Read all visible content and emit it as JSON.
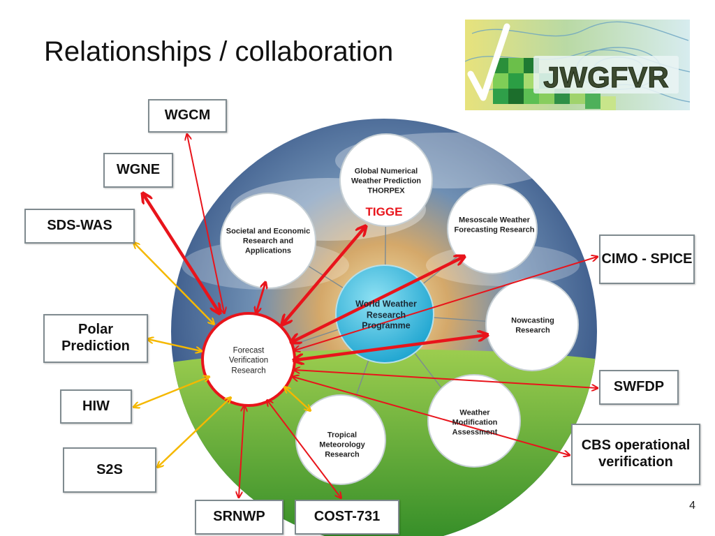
{
  "slide": {
    "title": "Relationships / collaboration",
    "number": "4"
  },
  "logo": {
    "text": "JWGFVR"
  },
  "center": {
    "label": "World Weather Research Programme"
  },
  "focus": {
    "label": "Forecast Verification Research"
  },
  "bubbles": {
    "gnwp": "Global Numerical Weather Prediction THORPEX",
    "tigge": "TIGGE",
    "societal": "Societal and Economic Research and Applications",
    "mesoscale": "Mesoscale Weather Forecasting Research",
    "nowcasting": "Nowcasting Research",
    "modification": "Weather Modification Assessment",
    "tropical": "Tropical Meteorology Research"
  },
  "external": {
    "wgcm": "WGCM",
    "wgne": "WGNE",
    "sdswas": "SDS-WAS",
    "polar": "Polar Prediction",
    "hiw": "HIW",
    "s2s": "S2S",
    "srnwp": "SRNWP",
    "cost731": "COST-731",
    "cimo": "CIMO - SPICE",
    "swfdp": "SWFDP",
    "cbs": "CBS operational verification"
  },
  "colors": {
    "red_arrow": "#e8141b",
    "yellow_arrow": "#f5b800",
    "box_border": "#7f8a8f",
    "world_fill": "#2fb6d9"
  }
}
